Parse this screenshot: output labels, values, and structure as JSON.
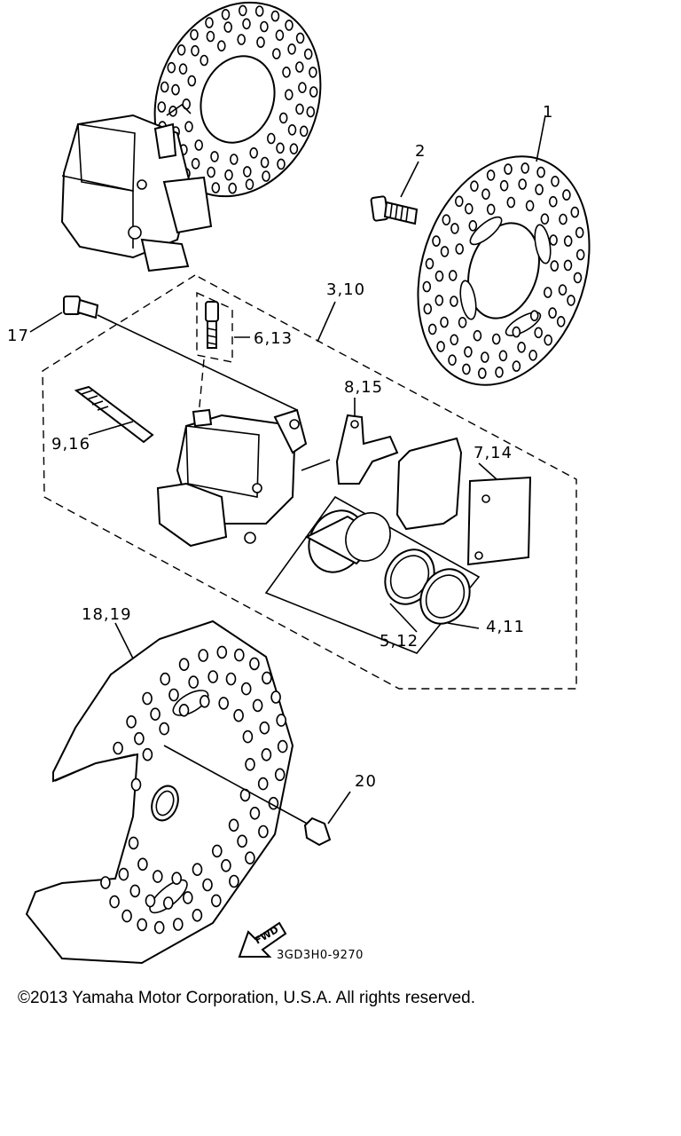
{
  "labels": {
    "p1": "1",
    "p2": "2",
    "p3": "3,10",
    "p4": "4,11",
    "p5": "5,12",
    "p6": "6,13",
    "p7": "7,14",
    "p8": "8,15",
    "p9": "9,16",
    "p17": "17",
    "p18": "18,19",
    "p20": "20"
  },
  "fwd_label": "FWD",
  "diagram_code": "3GD3H0-9270",
  "copyright": "©2013 Yamaha Motor Corporation, U.S.A. All rights reserved."
}
